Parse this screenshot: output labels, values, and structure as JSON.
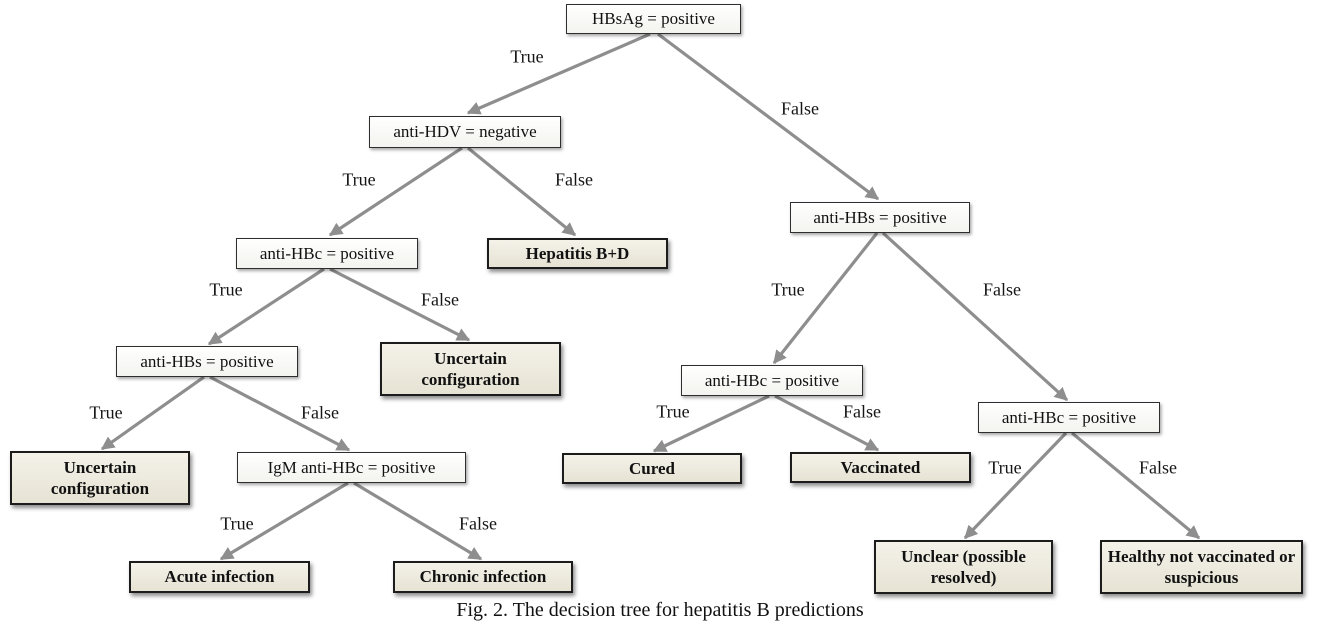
{
  "figure": {
    "caption": "Fig. 2.  The decision tree for hepatitis B predictions"
  },
  "colors": {
    "arrow": "#8e8e8e",
    "decision_fill": "#ffffff",
    "outcome_fill": "#ebe8da",
    "box_border": "#262626"
  },
  "nodes": [
    {
      "id": "hbsag-root",
      "label": "HBsAg = positive",
      "type": "decision"
    },
    {
      "id": "anti-hdv",
      "label": "anti-HDV = negative",
      "type": "decision"
    },
    {
      "id": "anti-hbs-right",
      "label": "anti-HBs = positive",
      "type": "decision"
    },
    {
      "id": "anti-hbc-left",
      "label": "anti-HBc = positive",
      "type": "decision"
    },
    {
      "id": "hepatitis-b-d",
      "label": "Hepatitis B+D",
      "type": "outcome"
    },
    {
      "id": "anti-hbs-left",
      "label": "anti-HBs = positive",
      "type": "decision"
    },
    {
      "id": "uncertain-mid",
      "label": "Uncertain configuration",
      "type": "outcome"
    },
    {
      "id": "anti-hbc-mid",
      "label": "anti-HBc = positive",
      "type": "decision"
    },
    {
      "id": "anti-hbc-far",
      "label": "anti-HBc = positive",
      "type": "decision"
    },
    {
      "id": "uncertain-farleft",
      "label": "Uncertain configuration",
      "type": "outcome"
    },
    {
      "id": "igm-anti-hbc",
      "label": "IgM anti-HBc = positive",
      "type": "decision"
    },
    {
      "id": "cured",
      "label": "Cured",
      "type": "outcome"
    },
    {
      "id": "vaccinated",
      "label": "Vaccinated",
      "type": "outcome"
    },
    {
      "id": "acute-infection",
      "label": "Acute infection",
      "type": "outcome"
    },
    {
      "id": "chronic-infection",
      "label": "Chronic infection",
      "type": "outcome"
    },
    {
      "id": "unclear-resolved",
      "label": "Unclear (possible resolved)",
      "type": "outcome"
    },
    {
      "id": "healthy",
      "label": "Healthy not vaccinated or suspicious",
      "type": "outcome"
    }
  ],
  "edges": [
    {
      "from": "hbsag-root",
      "to": "anti-hdv",
      "label": "True"
    },
    {
      "from": "hbsag-root",
      "to": "anti-hbs-right",
      "label": "False"
    },
    {
      "from": "anti-hdv",
      "to": "anti-hbc-left",
      "label": "True"
    },
    {
      "from": "anti-hdv",
      "to": "hepatitis-b-d",
      "label": "False"
    },
    {
      "from": "anti-hbc-left",
      "to": "anti-hbs-left",
      "label": "True"
    },
    {
      "from": "anti-hbc-left",
      "to": "uncertain-mid",
      "label": "False"
    },
    {
      "from": "anti-hbs-left",
      "to": "uncertain-farleft",
      "label": "True"
    },
    {
      "from": "anti-hbs-left",
      "to": "igm-anti-hbc",
      "label": "False"
    },
    {
      "from": "igm-anti-hbc",
      "to": "acute-infection",
      "label": "True"
    },
    {
      "from": "igm-anti-hbc",
      "to": "chronic-infection",
      "label": "False"
    },
    {
      "from": "anti-hbs-right",
      "to": "anti-hbc-mid",
      "label": "True"
    },
    {
      "from": "anti-hbs-right",
      "to": "anti-hbc-far",
      "label": "False"
    },
    {
      "from": "anti-hbc-mid",
      "to": "cured",
      "label": "True"
    },
    {
      "from": "anti-hbc-mid",
      "to": "vaccinated",
      "label": "False"
    },
    {
      "from": "anti-hbc-far",
      "to": "unclear-resolved",
      "label": "True"
    },
    {
      "from": "anti-hbc-far",
      "to": "healthy",
      "label": "False"
    }
  ]
}
